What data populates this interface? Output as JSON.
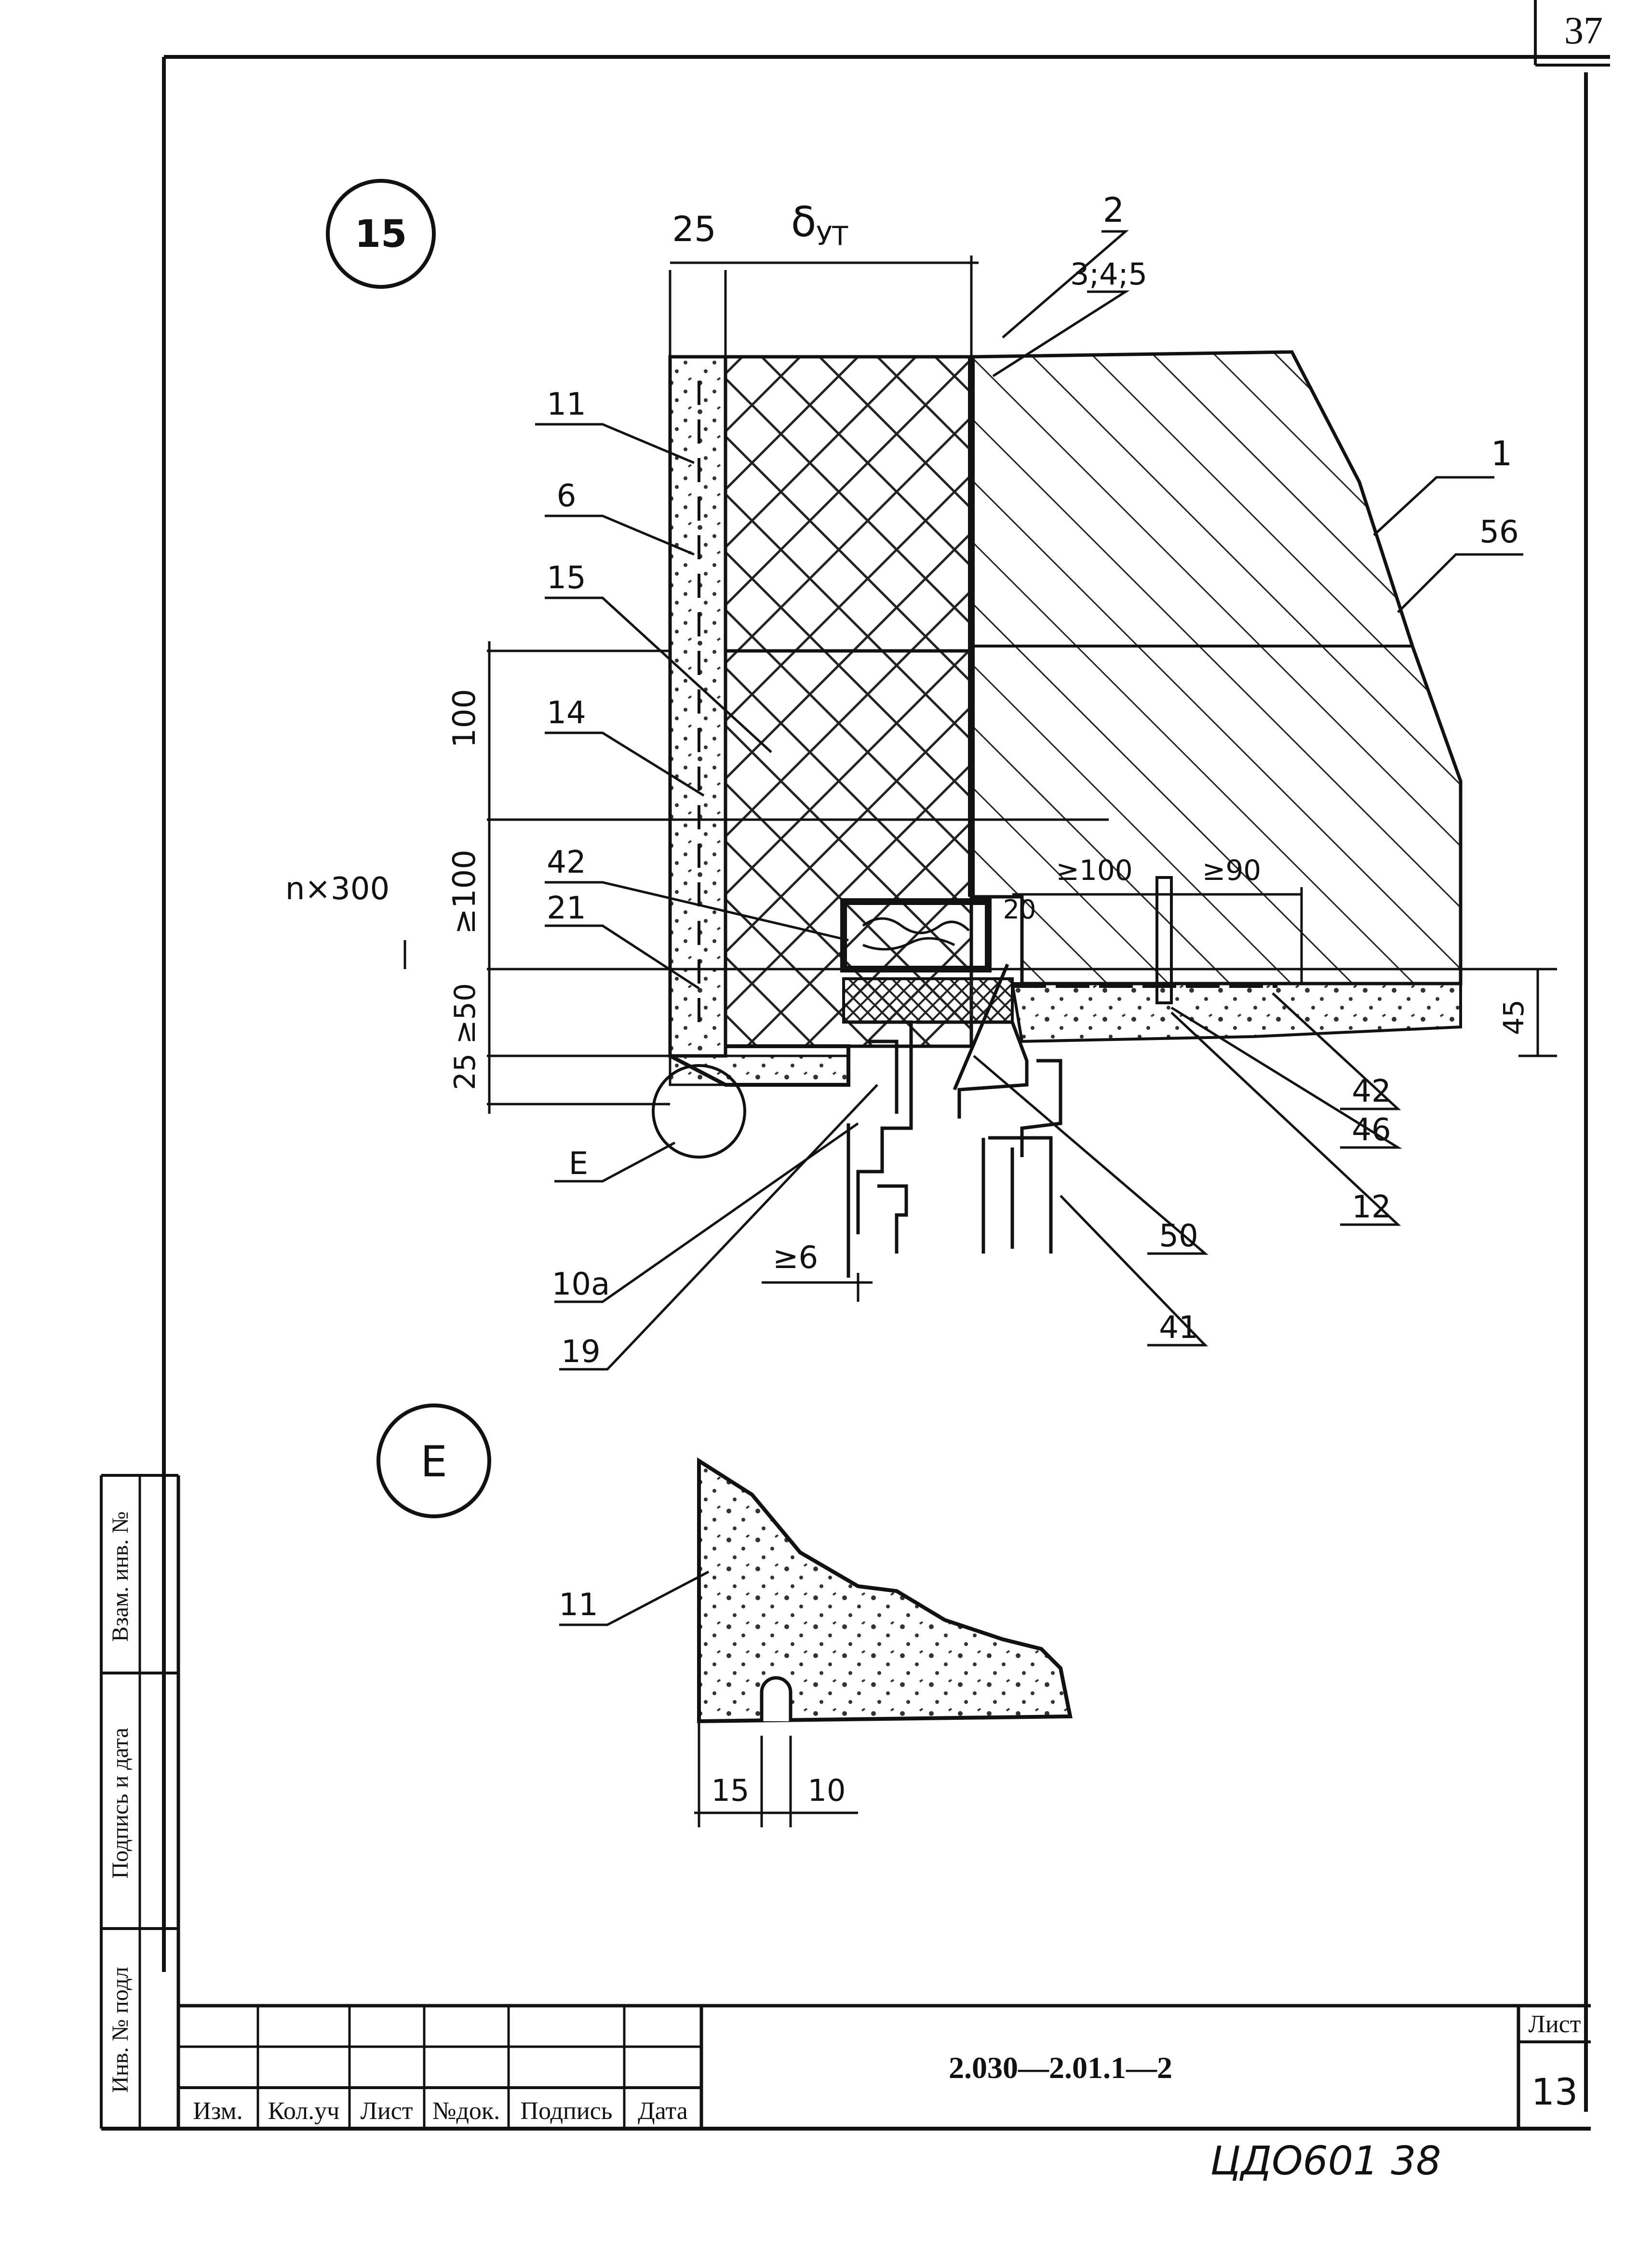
{
  "page_number": "37",
  "callouts": {
    "node": "15",
    "detail": "E"
  },
  "dimensions": {
    "d25": "25",
    "insulation": "δ",
    "insulation_sub": "УТ",
    "d100_a": "100",
    "d100_b": "≥100",
    "d25_50": "25 ≥50",
    "n300": "n×300",
    "d20": "20",
    "d100_c": "≥100",
    "d90": "≥90",
    "d45": "45",
    "d6": "≥6",
    "d15": "15",
    "d10": "10"
  },
  "positions": {
    "p2": "2",
    "p345": "3;4;5",
    "p11": "11",
    "p6": "6",
    "p15": "15",
    "p14": "14",
    "p42a": "42",
    "p21": "21",
    "p1": "1",
    "p56": "56",
    "p42b": "42",
    "p46": "46",
    "p12": "12",
    "p50": "50",
    "p41": "41",
    "p10a": "10a",
    "p19": "19",
    "pE": "E",
    "p11b": "11"
  },
  "side_stamp": {
    "vzam": "Взам. инв. №",
    "podpis": "Подпись и дата",
    "inv": "Инв. № подл"
  },
  "title_block": {
    "cols": [
      "Изм.",
      "Кол.уч",
      "Лист",
      "№док.",
      "Подпись",
      "Дата"
    ],
    "designation": "2.030—2.01.1—2",
    "sheet_label": "Лист",
    "sheet_number": "13"
  },
  "archive_note": "ЦДО601 38"
}
